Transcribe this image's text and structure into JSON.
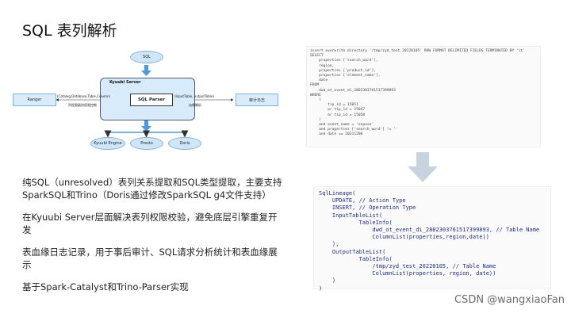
{
  "slide": {
    "title": "SQL 表列解析",
    "paragraphs": [
      "纯SQL（unresolved）表列关系提取和SQL类型提取，主要支持SparkSQL和Trino（Doris通过修改SparkSQL g4文件支持）",
      "在Kyuubi Server层面解决表列权限校验，避免底层引擎重复开发",
      "表血缘日志记录，用于事后审计、SQL请求分析统计和表血缘展示",
      "基于Spark-Catalyst和Trino-Parser实现"
    ],
    "watermark": "CSDN @wangxiaoFan"
  },
  "diagram": {
    "sql_node": "SQL",
    "server_label": "Kyuubi Server",
    "parser_label": "SQL Parser",
    "ranger_label": "Ranger",
    "audit_label": "审计日志",
    "edge_left_top": "(Catalog,Database,Table,Column)",
    "edge_left_bottom": "列权限级别权限控制",
    "edge_right_top": "(InputTable, outputTable)",
    "edge_right_bottom": "血缘解析",
    "engines": [
      "Kyuubi Engine",
      "Presto",
      "Doris"
    ]
  },
  "sql_code": [
    "insert overwrite directory '/tmp/zyd_test_20220105' ROW FORMAT DELIMITED FIELDS TERMINATED BY '\\t'",
    "SELECT",
    "    properties ['search_word'],",
    "    region,",
    "    properties ['product_id'],",
    "    properties ['element_name'],",
    "    date",
    "FROM",
    "    dwd_ot_event_di_2882303761517399893",
    "WHERE",
    "    (",
    "        tip_id = 15051",
    "        or tip_id = 15047",
    "        or tip_id = 15050",
    "    )",
    "    and event_name = 'expose'",
    "    and properties ['search_word'] != ''",
    "    and date == 20211206"
  ],
  "lineage_code": [
    "SqlLineage(",
    "    UPDATE, // Action Type",
    "    INSERT, // Operation Type",
    "    InputTableList(",
    "            TableInfo(",
    "                dwd_ot_event_di_2882303761517399893, // Table Name",
    "                ColumnList(properties,region,date))",
    "    ),",
    "    OutputTableList(",
    "            TableInfo(",
    "                /tmp/zyd_test_20220105, // Table Name",
    "                ColumnList(properties, region, date))",
    "    )",
    ")"
  ]
}
